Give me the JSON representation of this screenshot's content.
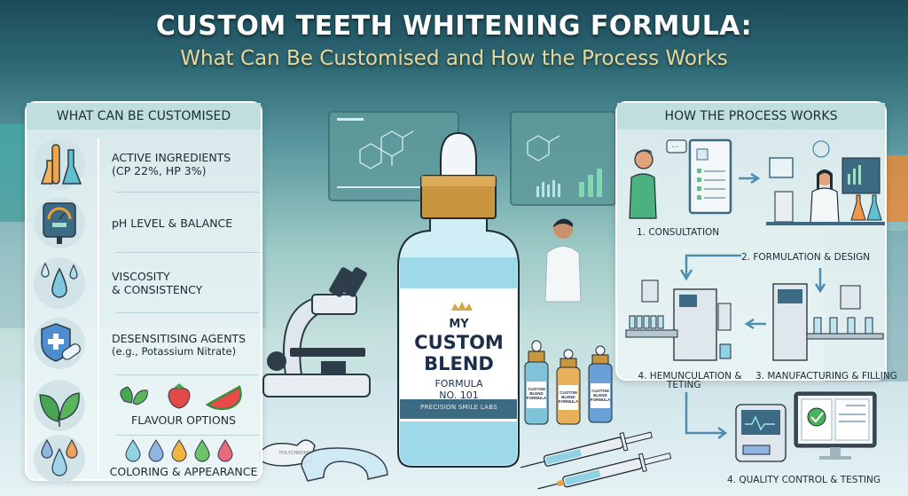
{
  "header": {
    "title": "CUSTOM TEETH WHITENING FORMULA:",
    "subtitle": "What Can Be Customised and How the Process Works"
  },
  "customisable": {
    "heading": "WHAT CAN BE CUSTOMISED",
    "items": [
      {
        "icon": "flasks-icon",
        "label": "ACTIVE INGREDIENTS",
        "sub": "(CP 22%, HP 3%)"
      },
      {
        "icon": "ph-meter-icon",
        "label": "pH LEVEL & BALANCE",
        "sub": ""
      },
      {
        "icon": "droplets-icon",
        "label": "VISCOSITY",
        "sub": "& CONSISTENCY"
      },
      {
        "icon": "shield-pill-icon",
        "label": "DESENSITISING AGENTS",
        "sub": "(e.g., Potassium Nitrate)"
      },
      {
        "icon": "mint-leaf-icon",
        "label": "FLAVOUR OPTIONS",
        "sub": ""
      },
      {
        "icon": "color-drops-icon",
        "label": "COLORING & APPEARANCE",
        "sub": ""
      }
    ],
    "flavours": [
      "mint",
      "strawberry",
      "watermelon"
    ],
    "color_drops": [
      "#8fd3e0",
      "#8fb5e0",
      "#f0b545",
      "#6cc36c",
      "#e86a7f"
    ]
  },
  "process": {
    "heading": "HOW THE PROCESS WORKS",
    "steps": [
      {
        "label": "1. CONSULTATION"
      },
      {
        "label": "2. FORMULATION & DESIGN"
      },
      {
        "label": "3. MANUFACTURING & FILLING"
      },
      {
        "label": "4. HEMUNCULATION &",
        "label2": "TETING"
      },
      {
        "label": "4. QUALITY CONTROL & TESTING"
      }
    ]
  },
  "bottle": {
    "line1": "MY",
    "line2": "CUSTOM",
    "line3": "BLEND",
    "line4": "FORMULA",
    "line5": "NO. 101",
    "band": "PRECISION SMILE LABS"
  },
  "small_bottles": [
    {
      "line1": "CUSTOM",
      "line2": "BLEND",
      "line3": "FORMULA",
      "liquid": "#7fc3d9"
    },
    {
      "line1": "CUSTOM",
      "line2": "BLEND",
      "line3": "FORMULA",
      "liquid": "#e6b15a"
    },
    {
      "line1": "CUSTOM",
      "line2": "BLEND",
      "line3": "FORMULA",
      "liquid": "#6a9fd8"
    }
  ],
  "tray": {
    "label": "POLYCHROMIA"
  },
  "colors": {
    "title": "#ffffff",
    "subtitle": "#e8d79c",
    "panel_head": "#bfdedd",
    "gold_cap": "#c9963f",
    "label_band": "#3d6a83",
    "arrow": "#4d8db0"
  }
}
